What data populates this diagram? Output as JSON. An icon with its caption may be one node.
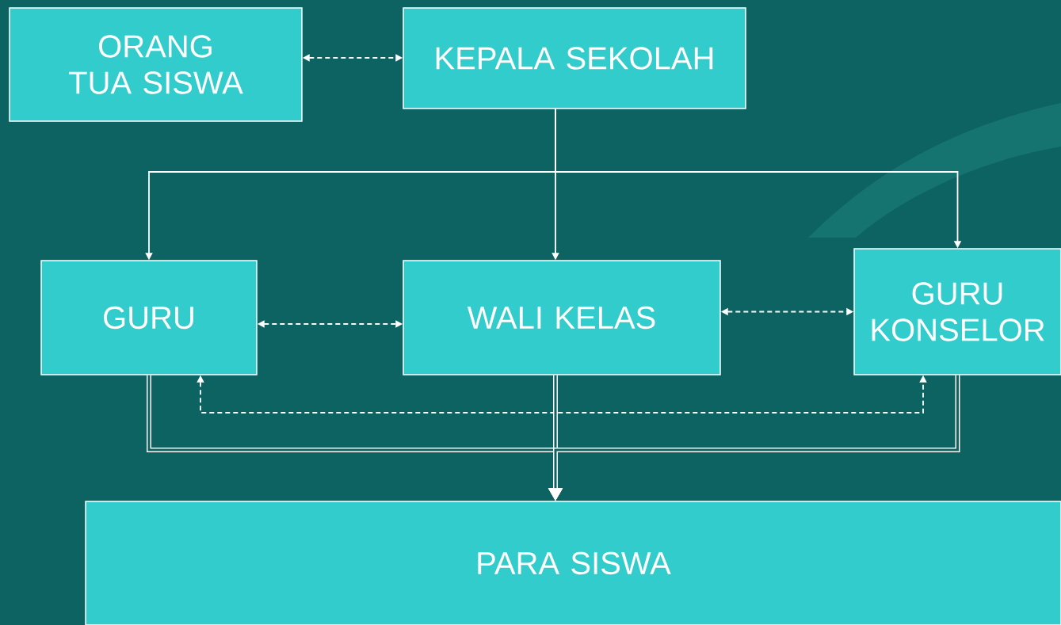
{
  "diagram": {
    "nodes": [
      {
        "text": [
          "ORANG TUA SISWA"
        ]
      },
      {
        "text": [
          "KEPALA SEKOLAH"
        ]
      },
      {
        "text": [
          "GURU"
        ]
      },
      {
        "text": [
          "WALI KELAS"
        ]
      },
      {
        "text": [
          "GURU KONSELOR"
        ]
      },
      {
        "text": [
          "PARA SISWA"
        ]
      }
    ],
    "edges": [
      {
        "from": 0,
        "to": 1,
        "arrow": "both",
        "style": "dashed"
      },
      {
        "from": 1,
        "to": 2,
        "arrow": "to"
      },
      {
        "from": 1,
        "to": 3,
        "arrow": "to"
      },
      {
        "from": 1,
        "to": 4,
        "arrow": "to"
      },
      {
        "from": 2,
        "to": 3,
        "arrow": "both",
        "style": "dashed"
      },
      {
        "from": 3,
        "to": 4,
        "arrow": "both",
        "style": "dashed"
      },
      {
        "from": 2,
        "to": 4,
        "arrow": "both",
        "style": "dashed"
      },
      {
        "from": 2,
        "to": 5,
        "arrow": "to",
        "style": "thick"
      },
      {
        "from": 3,
        "to": 5,
        "arrow": "to",
        "style": "thick"
      },
      {
        "from": 4,
        "to": 5,
        "arrow": "to",
        "style": "thick"
      }
    ]
  }
}
